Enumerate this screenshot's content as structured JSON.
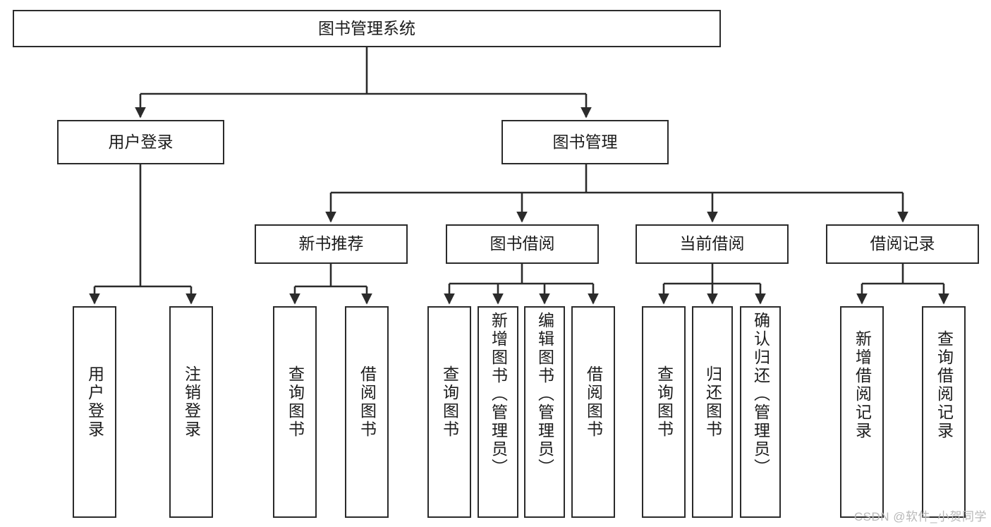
{
  "diagram": {
    "title": "图书管理系统",
    "type": "tree-hierarchy-diagram",
    "root": {
      "label": "图书管理系统"
    },
    "level2": [
      {
        "label": "用户登录"
      },
      {
        "label": "图书管理"
      }
    ],
    "level3": [
      {
        "label": "新书推荐"
      },
      {
        "label": "图书借阅"
      },
      {
        "label": "当前借阅"
      },
      {
        "label": "借阅记录"
      }
    ],
    "leaves": {
      "user_login": [
        {
          "label": "用户登录"
        },
        {
          "label": "注销登录"
        }
      ],
      "new_book_recommend": [
        {
          "label": "查询图书"
        },
        {
          "label": "借阅图书"
        }
      ],
      "book_borrow": [
        {
          "label": "查询图书"
        },
        {
          "label": "新增图书（管理员）"
        },
        {
          "label": "编辑图书（管理员）"
        },
        {
          "label": "借阅图书"
        }
      ],
      "current_borrow": [
        {
          "label": "查询图书"
        },
        {
          "label": "归还图书"
        },
        {
          "label": "确认归还（管理员）"
        }
      ],
      "borrow_record": [
        {
          "label": "新增借阅记录"
        },
        {
          "label": "查询借阅记录"
        }
      ]
    }
  },
  "watermark": {
    "text": "CSDN @软件_小贺同学"
  },
  "colors": {
    "stroke": "#2b2b2b",
    "background": "#ffffff",
    "text": "#1c1c1c",
    "watermark": "#b8b8b8"
  }
}
